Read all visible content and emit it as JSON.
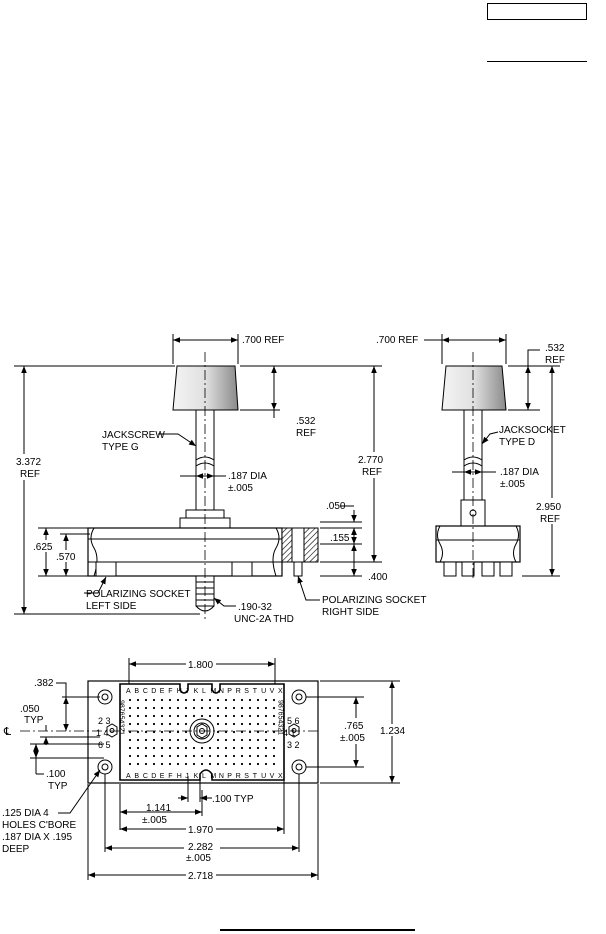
{
  "header": {
    "box_text": "",
    "line_text": ""
  },
  "side_view": {
    "ref_700": ".700 REF",
    "ref_532_a": ".532",
    "ref_532_b": "REF",
    "jackscrew_a": "JACKSCREW",
    "jackscrew_b": "TYPE  G",
    "dia_187": ".187 DIA",
    "tol_005": "±.005",
    "ht_3372_a": "3.372",
    "ht_3372_b": "REF",
    "ht_2770_a": "2.770",
    "ht_2770_b": "REF",
    "dim_050": ".050",
    "dim_155": ".155",
    "dim_625": ".625",
    "dim_570": ".570",
    "dim_400": ".400",
    "pol_left_a": "POLARIZING SOCKET",
    "pol_left_b": "LEFT SIDE",
    "thread_a": ".190-32",
    "thread_b": "UNC-2A THD",
    "pol_right_a": "POLARIZING SOCKET",
    "pol_right_b": "RIGHT SIDE"
  },
  "end_view": {
    "ref_700": ".700 REF",
    "ref_532_a": ".532",
    "ref_532_b": "REF",
    "jacksocket_a": "JACKSOCKET",
    "jacksocket_b": "TYPE  D",
    "dia_187": ".187 DIA",
    "tol_005": "±.005",
    "ht_2950_a": "2.950",
    "ht_2950_b": "REF"
  },
  "plan_view": {
    "dim_1800": "1.800",
    "dim_382": ".382",
    "dim_050_a": ".050",
    "dim_050_b": "TYP",
    "centerline": "℄",
    "dim_100_a": ".100",
    "dim_100_b": "TYP",
    "dim_765_a": ".765",
    "dim_765_b": "±.005",
    "dim_1234": "1.234",
    "dim_100_typ": ".100 TYP",
    "dim_1141_a": "1.141",
    "dim_1141_b": "±.005",
    "dim_1970": "1.970",
    "dim_2282_a": "2.282",
    "dim_2282_b": "±.005",
    "dim_2718": "2.718",
    "holes_a": ".125 DIA 4",
    "holes_b": "HOLES C'BORE",
    "holes_c": ".187 DIA  X .195",
    "holes_d": "DEEP",
    "letters_top": "ABCDEFHJKLMNPRSTUVX",
    "letters_bottom": "ABCDEFHJKLMNPRSTUVX",
    "rows_left": "987654321",
    "rows_right": "987654321",
    "pol_left_top": "2  3",
    "pol_left_mid": "1  4",
    "pol_left_bot": "6  5",
    "pol_right_top": "5  6",
    "pol_right_mid": "4  1",
    "pol_right_bot": "3  2"
  }
}
